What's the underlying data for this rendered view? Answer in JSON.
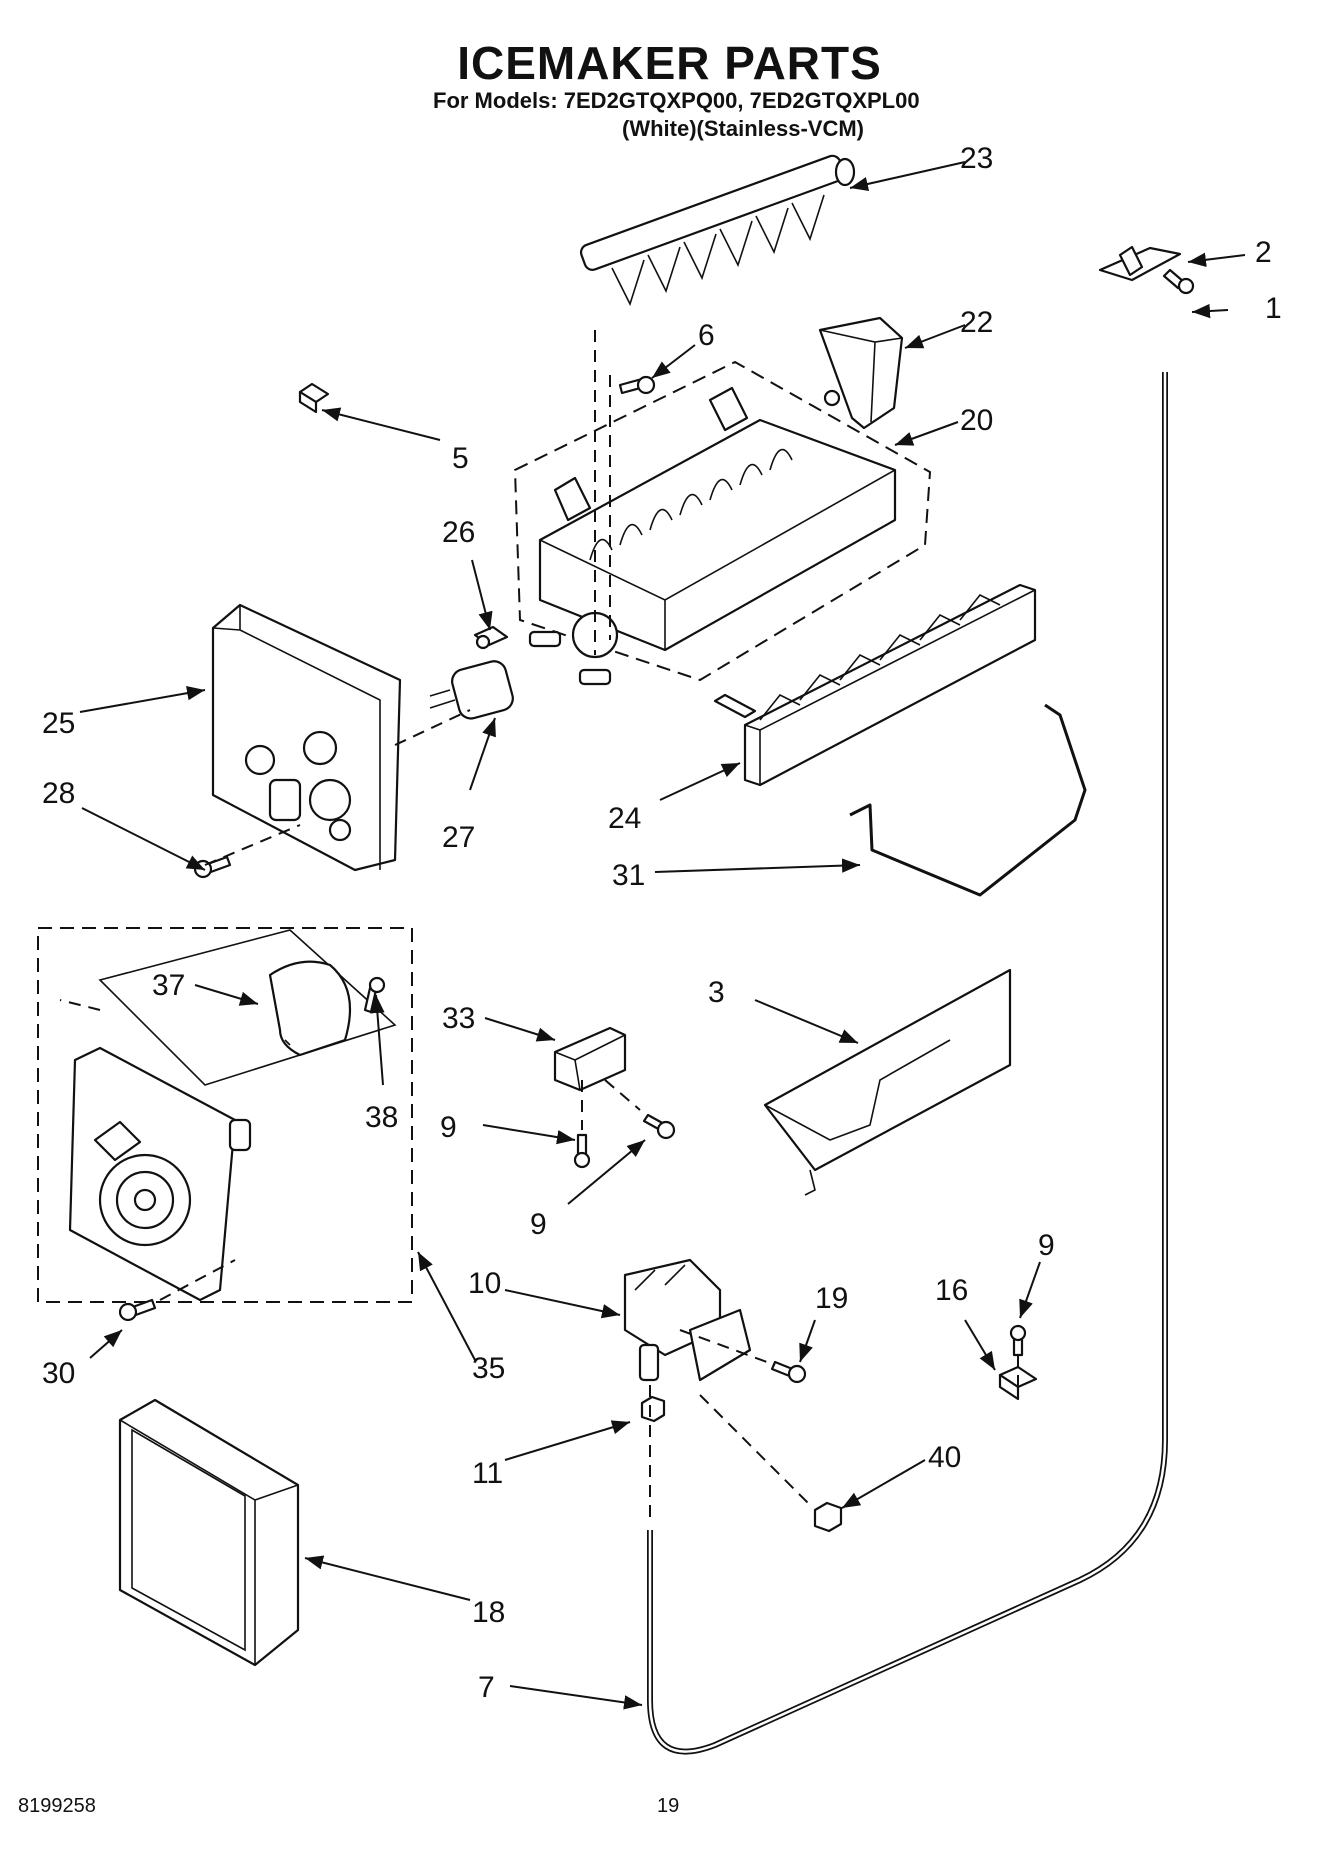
{
  "header": {
    "title": "ICEMAKER PARTS",
    "models_line": "For Models: 7ED2GTQXPQ00, 7ED2GTQXPL00",
    "variants_line": "(White)(Stainless-VCM)"
  },
  "footer": {
    "doc_number": "8199258",
    "page_number": "19"
  },
  "callouts": {
    "c1": "1",
    "c2": "2",
    "c3": "3",
    "c5": "5",
    "c6": "6",
    "c7": "7",
    "c9a": "9",
    "c9b": "9",
    "c9c": "9",
    "c10": "10",
    "c11": "11",
    "c16": "16",
    "c18": "18",
    "c19": "19",
    "c20": "20",
    "c22": "22",
    "c23": "23",
    "c24": "24",
    "c25": "25",
    "c26": "26",
    "c27": "27",
    "c28": "28",
    "c30": "30",
    "c31": "31",
    "c33": "33",
    "c35": "35",
    "c37": "37",
    "c38": "38",
    "c40": "40"
  }
}
